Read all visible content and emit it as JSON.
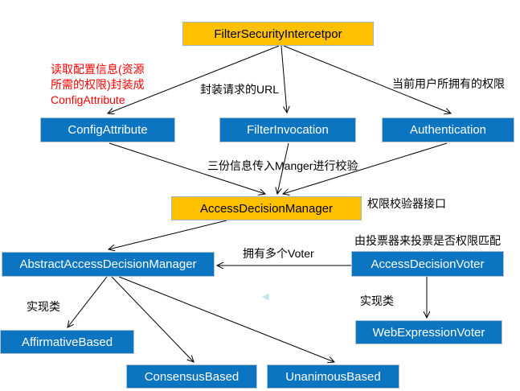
{
  "diagram": {
    "nodes": {
      "fsi": {
        "label": "FilterSecurityIntercetpor",
        "style": "highlight"
      },
      "configAttribute": {
        "label": "ConfigAttribute",
        "style": "class"
      },
      "filterInvocation": {
        "label": "FilterInvocation",
        "style": "class"
      },
      "authentication": {
        "label": "Authentication",
        "style": "class"
      },
      "adm": {
        "label": "AccessDecisionManager",
        "style": "highlight"
      },
      "abstractAdm": {
        "label": "AbstractAccessDecisionManager",
        "style": "class"
      },
      "adv": {
        "label": "AccessDecisionVoter",
        "style": "class"
      },
      "affirmative": {
        "label": "AffirmativeBased",
        "style": "class"
      },
      "webExpression": {
        "label": "WebExpressionVoter",
        "style": "class"
      },
      "consensus": {
        "label": "ConsensusBased",
        "style": "class"
      },
      "unanimous": {
        "label": "UnanimousBased",
        "style": "class"
      }
    },
    "annotations": {
      "readConfig": {
        "text": "读取配置信息(资源\n所需的权限)封装成\nConfigAttribute",
        "color": "#FF0000"
      },
      "wrapUrl": {
        "text": "封装请求的URL",
        "color": "#000000"
      },
      "currentUser": {
        "text": "当前用户所拥有的权限",
        "color": "#000000"
      },
      "threeInfo": {
        "text": "三份信息传入Manger进行校验",
        "color": "#000000"
      },
      "checkerInterface": {
        "text": "权限校验器接口",
        "color": "#000000"
      },
      "voterVote": {
        "text": "由投票器来投票是否权限匹配",
        "color": "#000000"
      },
      "multipleVoters": {
        "text": "拥有多个Voter",
        "color": "#000000"
      },
      "implLeft": {
        "text": "实现类",
        "color": "#000000"
      },
      "implRight": {
        "text": "实现类",
        "color": "#000000"
      }
    },
    "icons": {
      "watermark_chevron": "◀"
    },
    "colors": {
      "highlight_fill": "#FFC000",
      "class_fill": "#0C75C2",
      "class_text": "#FFFFFF",
      "annotation_red": "#FF0000",
      "annotation_black": "#000000",
      "arrow": "#000000",
      "background": "#FFFFFF",
      "watermark": "#BDE2EC"
    }
  }
}
